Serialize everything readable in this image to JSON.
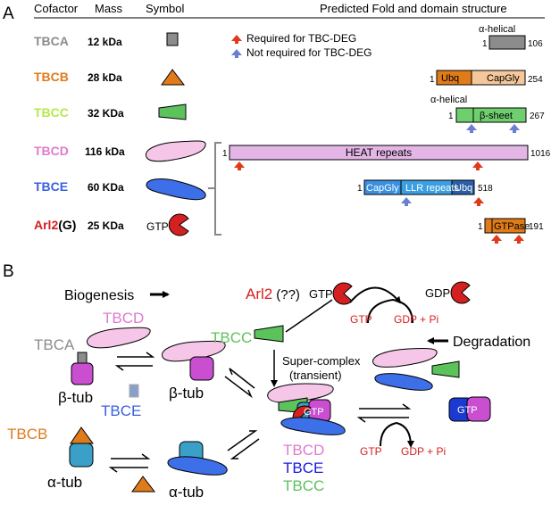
{
  "panel_a": {
    "label": "A",
    "headers": {
      "cofactor": "Cofactor",
      "mass": "Mass",
      "symbol": "Symbol",
      "structure": "Predicted Fold and domain structure"
    },
    "legend": {
      "required": "Required for TBC-DEG",
      "not_required": "Not required for TBC-DEG"
    },
    "rows": {
      "tbca": {
        "name": "TBCA",
        "mass": "12 kDa",
        "color": "#8c8c8c",
        "fold": "α-helical",
        "start": "1",
        "end": "106"
      },
      "tbcb": {
        "name": "TBCB",
        "mass": "28 kDa",
        "color": "#e07b1a",
        "domain1": "Ubq",
        "domain2": "CapGly",
        "start": "1",
        "end": "254"
      },
      "tbcc": {
        "name": "TBCC",
        "mass": "32 KDa",
        "color": "#b5e84a",
        "fold": "α-helical",
        "domain2": "β-sheet",
        "start": "1",
        "end": "267"
      },
      "tbcd": {
        "name": "TBCD",
        "mass": "116 kDa",
        "color": "#e07ad0",
        "domain1": "HEAT repeats",
        "start": "1",
        "end": "1016"
      },
      "tbce": {
        "name": "TBCE",
        "mass": "60 KDa",
        "color": "#3a5fe0",
        "domain1": "CapGly",
        "domain2": "LLR repeats",
        "domain3": "Ubq",
        "start": "1",
        "end": "518"
      },
      "arl2": {
        "name": "Arl2",
        "suffix": "(G)",
        "mass": "25 KDa",
        "color": "#d42020",
        "gtp": "GTP",
        "domain1": "GTPase",
        "start": "1",
        "end": "191"
      }
    }
  },
  "panel_b": {
    "label": "B",
    "biogenesis": "Biogenesis",
    "degradation": "Degradation",
    "arl2": "Arl2",
    "arl2_q": "(??)",
    "gtp": "GTP",
    "gdp": "GDP",
    "gdp_pi": "GDP + Pi",
    "tbcd": "TBCD",
    "tbca": "TBCA",
    "tbcc": "TBCC",
    "tbce": "TBCE",
    "tbcb": "TBCB",
    "beta_tub": "β-tub",
    "alpha_tub": "α-tub",
    "supercomplex": "Super-complex",
    "transient": "(transient)",
    "sc_tbcd": "TBCD",
    "sc_tbce": "TBCE",
    "sc_tbcc": "TBCC"
  }
}
